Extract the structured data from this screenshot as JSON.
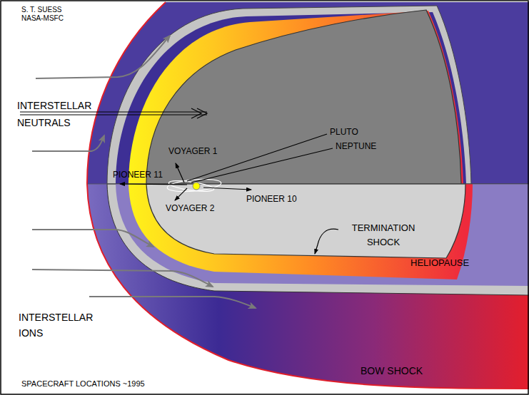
{
  "diagram": {
    "labels": [
      "S. T. SUESS NASA-MSFC",
      "INTERSTELLAR NEUTRALS",
      "VOYAGER 1",
      "PLUTO",
      "NEPTUNE",
      "PIONEER 11",
      "PIONEER 10",
      "VOYAGER 2",
      "TERMINATION SHOCK",
      "HELIOPAUSE",
      "INTERSTELLAR IONS",
      "BOW SHOCK",
      "SPACECRAFT LOCATIONS ~1995"
    ]
  }
}
